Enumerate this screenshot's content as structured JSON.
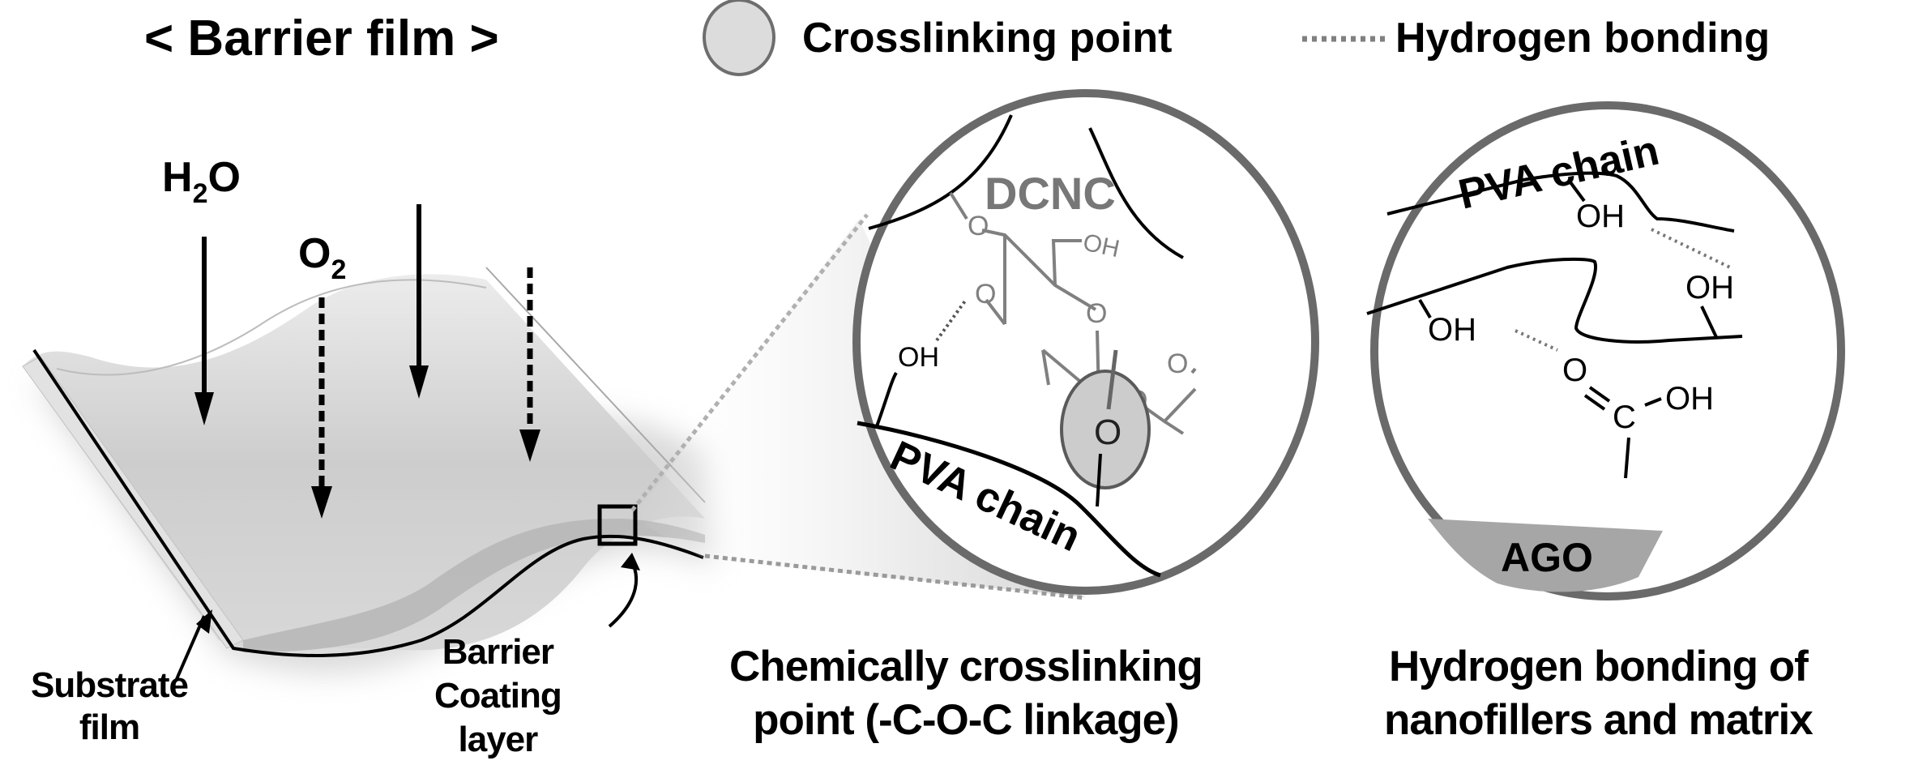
{
  "header": {
    "title": "< Barrier film >",
    "legend": [
      {
        "symbol": "gray-circle",
        "label": "Crosslinking point",
        "color": "#d9d9d9"
      },
      {
        "symbol": "dotted-line",
        "label": "Hydrogen bonding",
        "color": "#808080"
      }
    ]
  },
  "film": {
    "h2o_label": {
      "main": "H",
      "sub": "2",
      "tail": "O"
    },
    "o2_label": {
      "main": "O",
      "sub": "2"
    },
    "arrows": [
      {
        "gas": "H2O",
        "style": "solid"
      },
      {
        "gas": "O2",
        "style": "dotted"
      },
      {
        "gas": "H2O",
        "style": "solid"
      },
      {
        "gas": "O2",
        "style": "dotted"
      }
    ],
    "substrate_label": [
      "Substrate",
      "film"
    ],
    "coating_label": [
      "Barrier",
      "Coating",
      "layer"
    ]
  },
  "crosslink_panel": {
    "dcnc_label": "DCNC",
    "oh_label": "OH",
    "small_oh_label": "OH",
    "oxygen_labels": [
      "O",
      "O",
      "O",
      "O",
      "O"
    ],
    "crosslink_oxygen": "O",
    "chain_label": "PVA chain",
    "caption": [
      "Chemically crosslinking",
      "point (-C-O-C linkage)"
    ]
  },
  "hbond_panel": {
    "chain_label": "PVA chain",
    "oh_labels": [
      "OH",
      "OH",
      "OH",
      "OH"
    ],
    "carbonyl_o": "O",
    "carbon": "C",
    "filler_label": "AGO",
    "caption": [
      "Hydrogen bonding of",
      "nanofillers and matrix"
    ]
  },
  "colors": {
    "circle_border": "#666666",
    "crosslink_fill": "#cccccc",
    "dcnc_gray": "#777777",
    "ago_fill": "#a6a6a6",
    "film_gray": "#c8c8c8"
  }
}
